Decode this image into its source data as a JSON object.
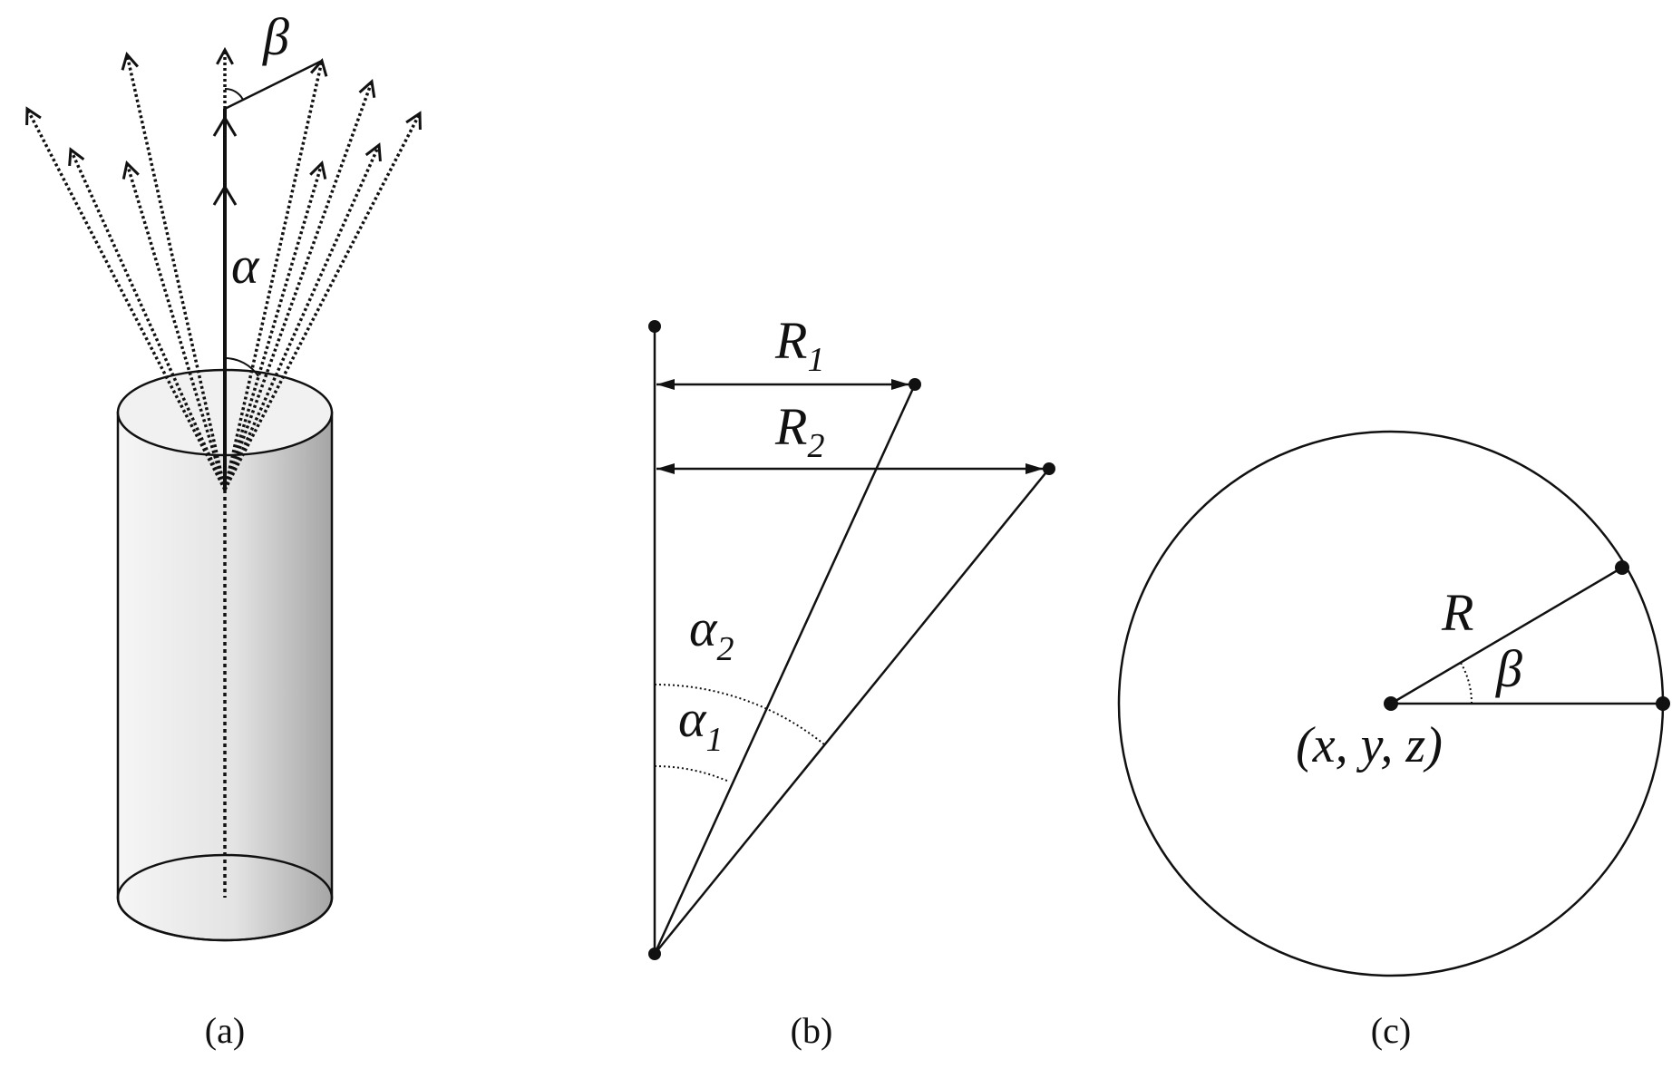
{
  "colors": {
    "ink": "#111111",
    "cylinder_light": "#f4f4f4",
    "cylinder_shade": "#a8a8a8"
  },
  "panels": {
    "a": {
      "caption": "(a)",
      "labels": {
        "alpha": "α",
        "beta": "β"
      }
    },
    "b": {
      "caption": "(b)",
      "labels": {
        "r1": "R",
        "r1_sub": "1",
        "r2": "R",
        "r2_sub": "2",
        "a1": "α",
        "a1_sub": "1",
        "a2": "α",
        "a2_sub": "2"
      }
    },
    "c": {
      "caption": "(c)",
      "labels": {
        "r": "R",
        "beta": "β",
        "center": "(x, y, z)"
      }
    }
  }
}
